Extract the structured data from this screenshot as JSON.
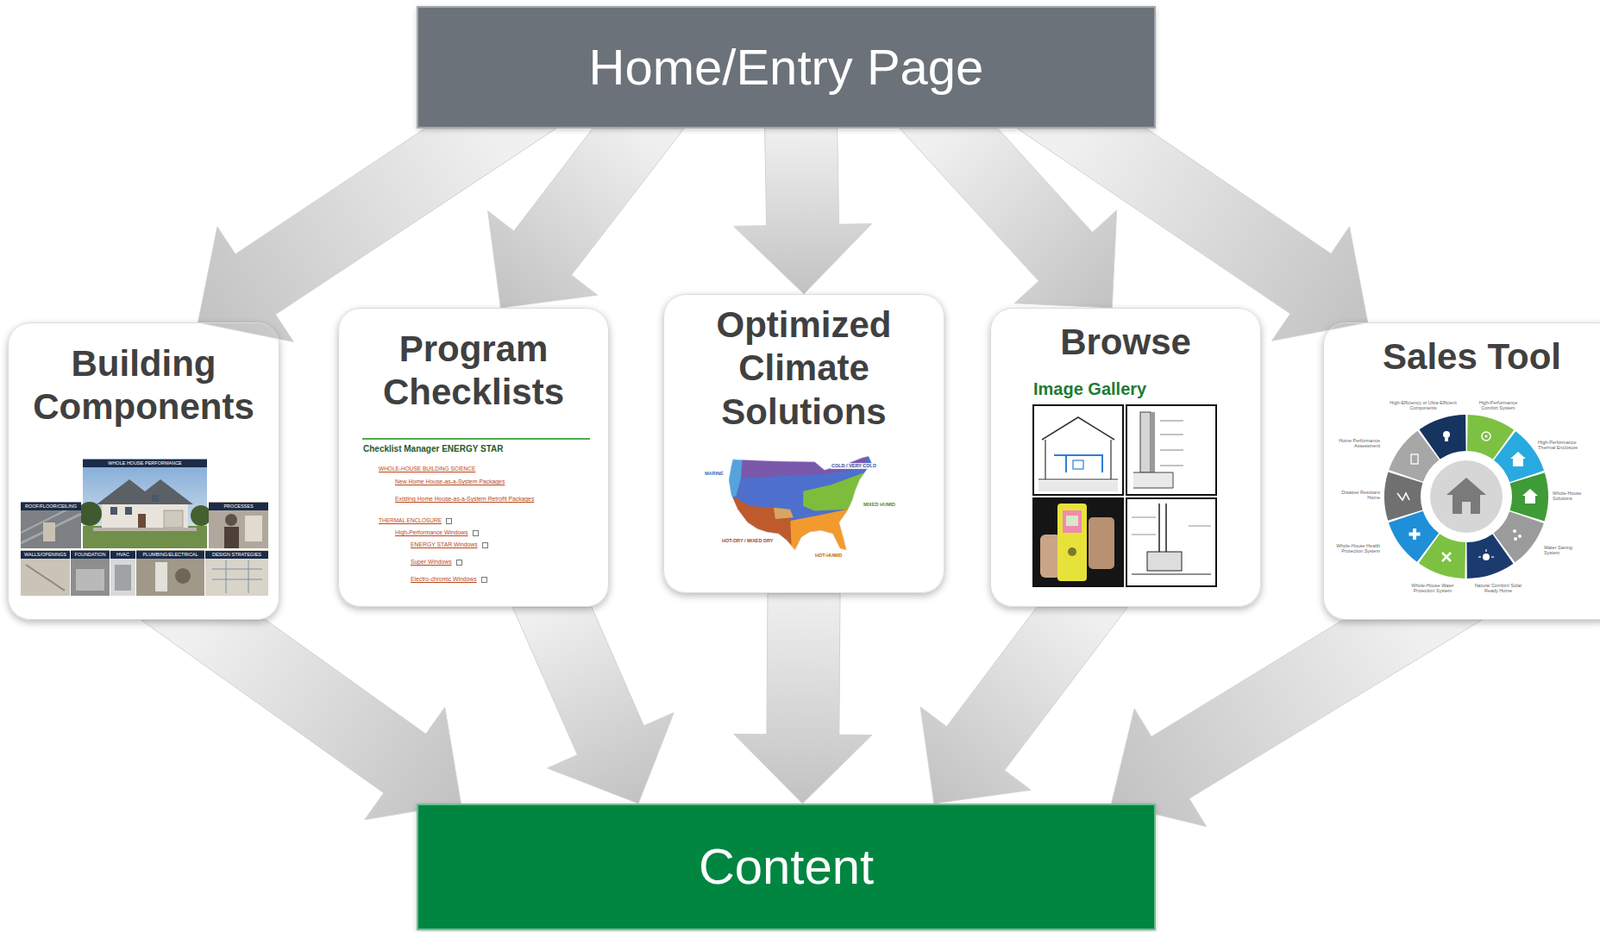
{
  "diagram": {
    "nodes": [
      {
        "text": [
          "Home/Entry Page"
        ]
      },
      {
        "text": [
          "Building Components"
        ]
      },
      {
        "text": [
          "Program Checklists"
        ]
      },
      {
        "text": [
          "Optimized Climate Solutions"
        ]
      },
      {
        "text": [
          "Browse",
          "Image Gallery"
        ]
      },
      {
        "text": [
          "Sales Tool"
        ]
      },
      {
        "text": [
          "Content"
        ]
      }
    ],
    "edges": [
      {
        "from": 0,
        "to": 1,
        "arrow": "to"
      },
      {
        "from": 0,
        "to": 2,
        "arrow": "to"
      },
      {
        "from": 0,
        "to": 3,
        "arrow": "to"
      },
      {
        "from": 0,
        "to": 4,
        "arrow": "to"
      },
      {
        "from": 0,
        "to": 5,
        "arrow": "to"
      },
      {
        "from": 1,
        "to": 6,
        "arrow": "to"
      },
      {
        "from": 2,
        "to": 6,
        "arrow": "to"
      },
      {
        "from": 3,
        "to": 6,
        "arrow": "to"
      },
      {
        "from": 4,
        "to": 6,
        "arrow": "to"
      },
      {
        "from": 5,
        "to": 6,
        "arrow": "to"
      }
    ],
    "labels": [
      "WHOLE HOUSE PERFORMANCE",
      "ROOF/FLOOR/CEILING",
      "PROCESSES",
      "WALLS/OPENINGS",
      "FOUNDATION",
      "HVAC",
      "PLUMBING/ELECTRICAL",
      "DESIGN STRATEGIES",
      "Checklist Manager ENERGY STAR",
      "WHOLE-HOUSE BUILDING SCIENCE",
      "New Home House-as-a-System Packages",
      "Existing Home House-as-a-System Retrofit Packages",
      "THERMAL ENCLOSURE",
      "High-Performance Windows",
      "ENERGY STAR Windows",
      "Super Windows",
      "Electro-chromic Windows",
      "MARINE",
      "COLD / VERY COLD",
      "MIXED HUMID",
      "HOT-DRY / MIXED DRY",
      "HOT-HUMID",
      "High-Efficiency or Ultra-Efficient Components",
      "High-Performance Comfort System",
      "High-Performance Thermal Enclosure",
      "Whole-House Solutions",
      "Water Saving System",
      "Natural Comfort/ Solar Ready Home",
      "Whole-House Water Protection System",
      "Whole-House Health Protection System",
      "Disaster Resistant Home",
      "Home Performance Assessment"
    ]
  }
}
